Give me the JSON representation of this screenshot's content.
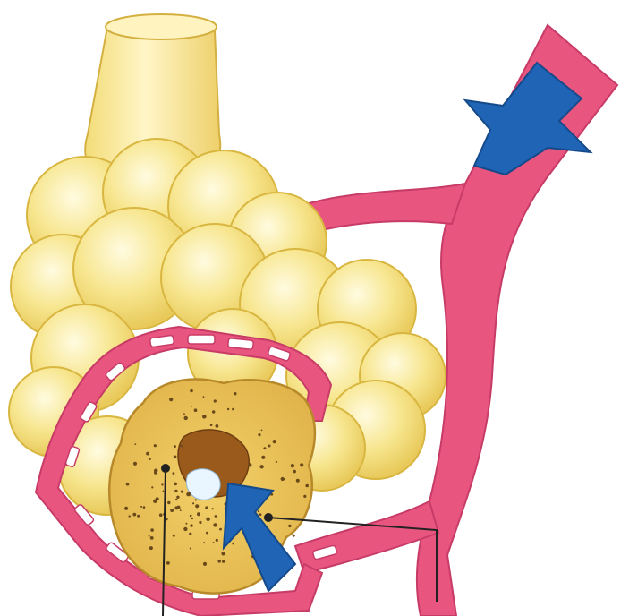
{
  "figure": {
    "subject": "alveoli",
    "labels": [],
    "arrows": [
      {
        "name": "incoming-blood-arrow",
        "color": "#1f64b5"
      },
      {
        "name": "gas-exchange-arrow",
        "color": "#1f64b5"
      }
    ],
    "leader_lines": 2
  },
  "colors": {
    "alveolus_yellow": "#f5e38a",
    "alveolus_outline": "#d8b640",
    "vessel_pink": "#e8507e",
    "vessel_dark": "#c23a66",
    "arrow_blue": "#1f64b5",
    "cut_surface": "#e9c45c",
    "speckle": "#6a4a1a",
    "leader": "#222222"
  }
}
